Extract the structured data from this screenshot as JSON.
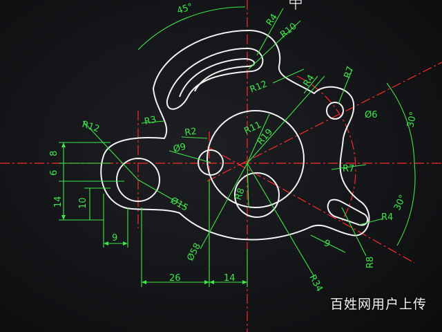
{
  "colors": {
    "background": "#141518",
    "outline": "#f4f4f4",
    "dimension": "#3ee64a",
    "centerline": "#ff2a2a",
    "marker": "#ffffff"
  },
  "dimensions": {
    "angle_45": "45°",
    "angle_30_top": "30°",
    "angle_30_bottom": "30°",
    "r4_top": "R4",
    "r10": "R10",
    "r12_top": "R12",
    "r4_mid": "R4",
    "r7_top": "R7",
    "dia6": "Ø6",
    "r3": "R3",
    "r2": "R2",
    "r11": "R11",
    "r19": "R19",
    "dia9": "Ø9",
    "r7_bottom": "R7",
    "r12_left": "R12",
    "len8": "8",
    "len6": "6",
    "len14_left": "14",
    "len10": "10",
    "len9_left": "9",
    "dia15": "Ø15",
    "r8_mid": "R8",
    "dia58": "Ø58",
    "len26": "26",
    "len14_bottom": "14",
    "r34": "R34",
    "len9_right": "9",
    "r4_right": "R4",
    "r8_right": "R8"
  },
  "watermark": "百姓网用户上传"
}
